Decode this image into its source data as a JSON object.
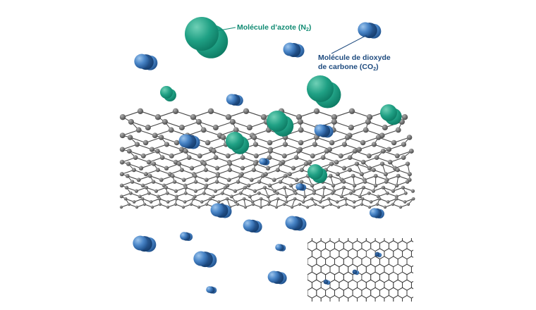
{
  "labels": {
    "n2": {
      "text": "Molécule d’azote (N",
      "sub": "2",
      "close": ")"
    },
    "co2": {
      "line1": "Molécule de dioxyde",
      "line2_text": "de carbone (CO",
      "line2_sub": "2",
      "line2_close": ")"
    }
  },
  "colors": {
    "nitrogen": "#1a9a80",
    "nitrogen_light": "#5cc2a8",
    "co2_dark": "#1b4f8c",
    "co2_mid": "#3f7fc4",
    "co2_light": "#7fb1e2",
    "lattice_line": "#454545",
    "lattice_atom": "#6a6a6a",
    "label_n2": "#0f8a72",
    "label_co2": "#1d4a7e"
  },
  "inset": {
    "description_icon": "graphene-lattice-with-pores"
  }
}
